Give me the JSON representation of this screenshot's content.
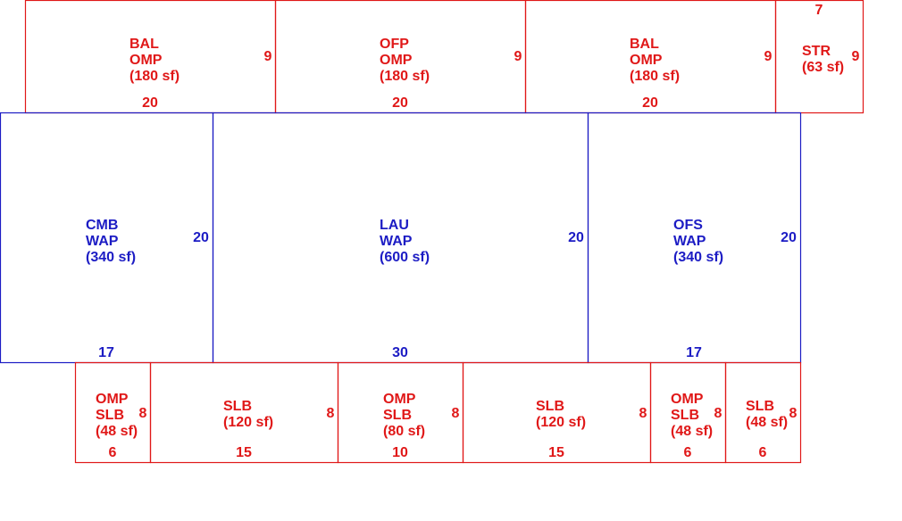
{
  "colors": {
    "red": "#e01818",
    "blue": "#1c1cc4"
  },
  "rooms": [
    {
      "name": "balcony-omp-top-left",
      "lines": [
        "BAL",
        "OMP",
        "(180 sf)"
      ],
      "width": "20",
      "depth": "9",
      "color": "red"
    },
    {
      "name": "ofp-omp-top-middle",
      "lines": [
        "OFP",
        "OMP",
        "(180 sf)"
      ],
      "width": "20",
      "depth": "9",
      "color": "red"
    },
    {
      "name": "balcony-omp-top-right",
      "lines": [
        "BAL",
        "OMP",
        "(180 sf)"
      ],
      "width": "20",
      "depth": "9",
      "color": "red"
    },
    {
      "name": "storage-room",
      "lines": [
        "STR",
        "(63 sf)"
      ],
      "width": "7",
      "depth": "9",
      "color": "red"
    },
    {
      "name": "cmb-wap-room",
      "lines": [
        "CMB",
        "WAP",
        "(340 sf)"
      ],
      "width": "17",
      "depth": "20",
      "color": "blue"
    },
    {
      "name": "lau-wap-room",
      "lines": [
        "LAU",
        "WAP",
        "(600 sf)"
      ],
      "width": "30",
      "depth": "20",
      "color": "blue"
    },
    {
      "name": "ofs-wap-room",
      "lines": [
        "OFS",
        "WAP",
        "(340 sf)"
      ],
      "width": "17",
      "depth": "20",
      "color": "blue"
    },
    {
      "name": "omp-slb-bottom-1",
      "lines": [
        "OMP",
        "SLB",
        "(48 sf)"
      ],
      "width": "6",
      "depth": "8",
      "color": "red"
    },
    {
      "name": "slb-bottom-2",
      "lines": [
        "SLB",
        "(120 sf)"
      ],
      "width": "15",
      "depth": "8",
      "color": "red"
    },
    {
      "name": "omp-slb-bottom-3",
      "lines": [
        "OMP",
        "SLB",
        "(80 sf)"
      ],
      "width": "10",
      "depth": "8",
      "color": "red"
    },
    {
      "name": "slb-bottom-4",
      "lines": [
        "SLB",
        "(120 sf)"
      ],
      "width": "15",
      "depth": "8",
      "color": "red"
    },
    {
      "name": "omp-slb-bottom-5",
      "lines": [
        "OMP",
        "SLB",
        "(48 sf)"
      ],
      "width": "6",
      "depth": "8",
      "color": "red"
    },
    {
      "name": "slb-bottom-6",
      "lines": [
        "SLB",
        "(48 sf)"
      ],
      "width": "6",
      "depth": "8",
      "color": "red"
    }
  ]
}
